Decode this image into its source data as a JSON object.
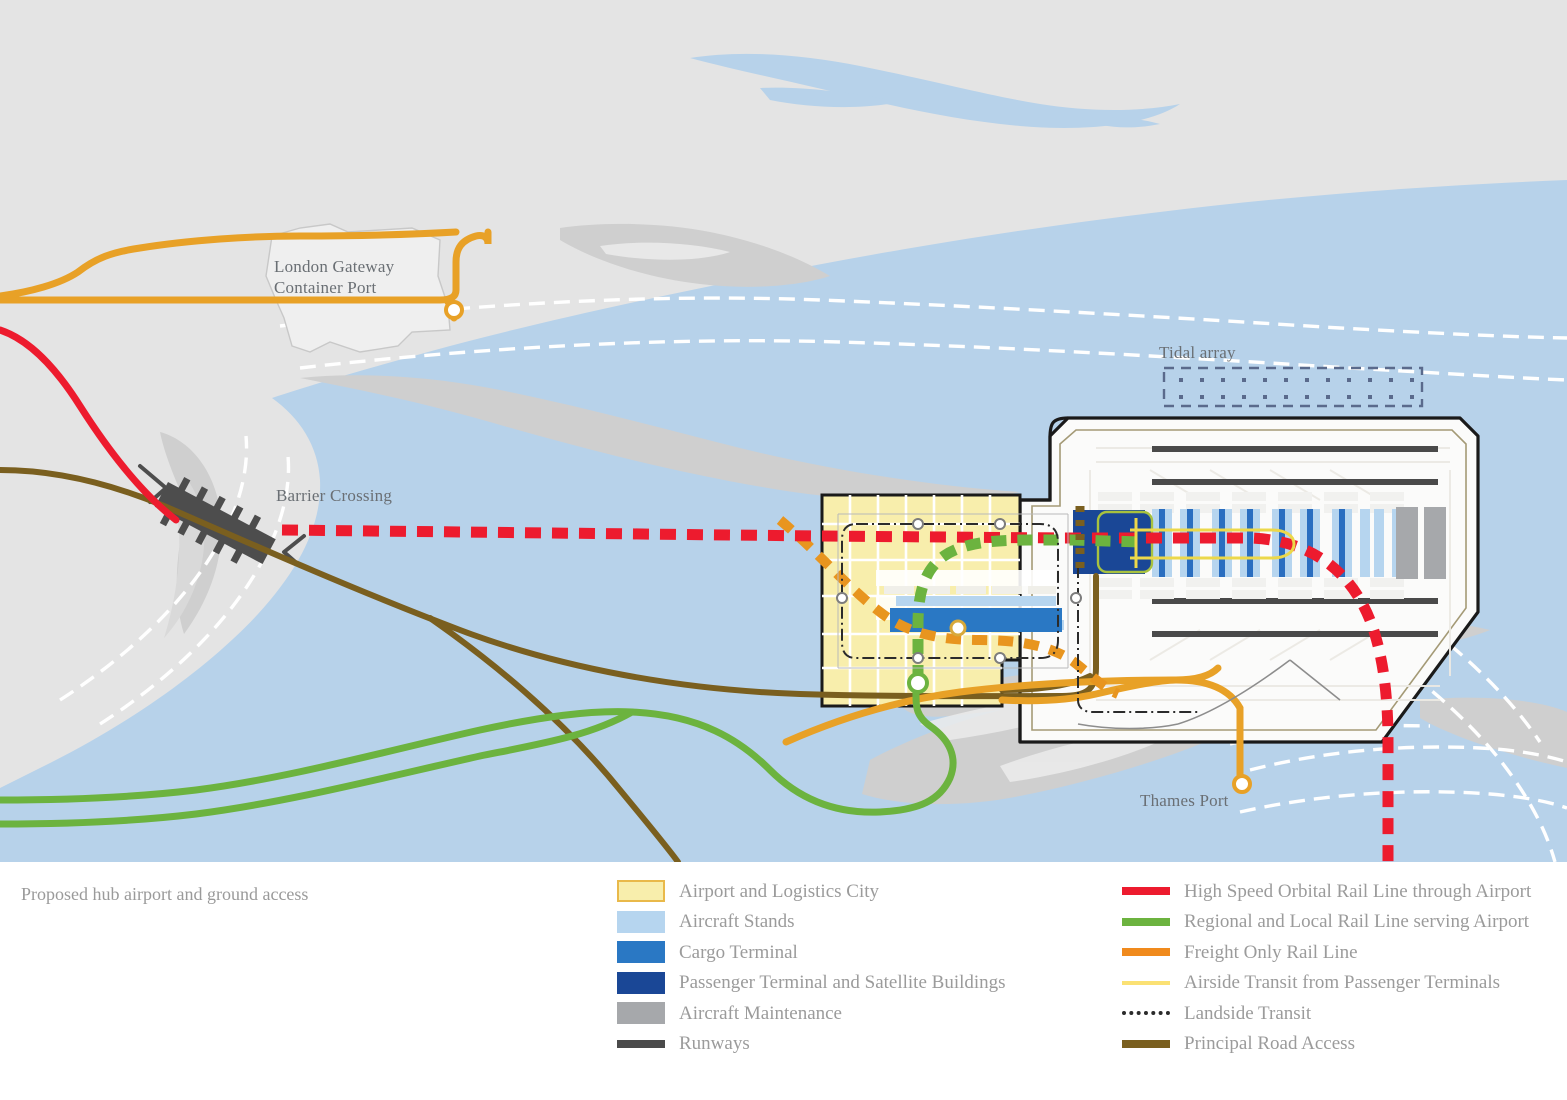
{
  "caption": "Proposed hub airport and ground access",
  "map": {
    "labels": [
      {
        "id": "london-gateway",
        "line1": "London Gateway",
        "line2": "Container Port"
      },
      {
        "id": "barrier-crossing",
        "text": "Barrier Crossing"
      },
      {
        "id": "tidal-array",
        "text": "Tidal array"
      },
      {
        "id": "thames-port",
        "text": "Thames Port"
      }
    ],
    "colors": {
      "land": "#e4e4e4",
      "water": "#b7d2ea",
      "mudflat": "#cfcfcf",
      "port_fill": "#efefef",
      "airport_fill": "#fbfbfa",
      "logistics_yellow": "#f8eeac",
      "aircraft_stands": "#b6d5ef",
      "cargo_terminal": "#2a78c4",
      "passenger_terminal": "#1a4796",
      "maintenance_grey": "#a6a8ab",
      "runway_dark": "#4a4a4a",
      "high_speed_rail": "#ed1b2e",
      "regional_rail": "#6cb33f",
      "freight_rail": "#f08a1d",
      "airside_transit": "#fbe173",
      "landside_transit": "#2b2b2b",
      "road_access": "#7a5f1f",
      "channel_dash": "#ffffff"
    }
  },
  "legend": {
    "areas": [
      {
        "label": "Airport and Logistics City",
        "type": "swatch",
        "color": "#f8eeac",
        "border": "#e9b94a"
      },
      {
        "label": "Aircraft Stands",
        "type": "swatch",
        "color": "#b6d5ef",
        "border": "#b6d5ef"
      },
      {
        "label": "Cargo Terminal",
        "type": "swatch",
        "color": "#2a78c4",
        "border": "#2a78c4"
      },
      {
        "label": "Passenger Terminal and Satellite Buildings",
        "type": "swatch",
        "color": "#1a4796",
        "border": "#1a4796"
      },
      {
        "label": "Aircraft Maintenance",
        "type": "swatch",
        "color": "#a6a8ab",
        "border": "#a6a8ab"
      },
      {
        "label": "Runways",
        "type": "line",
        "color": "#4a4a4a",
        "style": "solid",
        "thickness": 8
      }
    ],
    "lines": [
      {
        "label": "High Speed Orbital Rail Line through Airport",
        "type": "line",
        "color": "#ed1b2e",
        "style": "solid",
        "thickness": 8
      },
      {
        "label": "Regional and Local Rail Line serving Airport",
        "type": "line",
        "color": "#6cb33f",
        "style": "solid",
        "thickness": 8
      },
      {
        "label": "Freight Only Rail Line",
        "type": "line",
        "color": "#f08a1d",
        "style": "solid",
        "thickness": 8
      },
      {
        "label": "Airside Transit from Passenger Terminals",
        "type": "line",
        "color": "#fbe173",
        "style": "solid",
        "thickness": 4
      },
      {
        "label": "Landside Transit",
        "type": "line",
        "color": "#2b2b2b",
        "style": "dotted",
        "thickness": 4
      },
      {
        "label": "Principal Road Access",
        "type": "line",
        "color": "#7a5f1f",
        "style": "solid",
        "thickness": 8
      }
    ]
  }
}
